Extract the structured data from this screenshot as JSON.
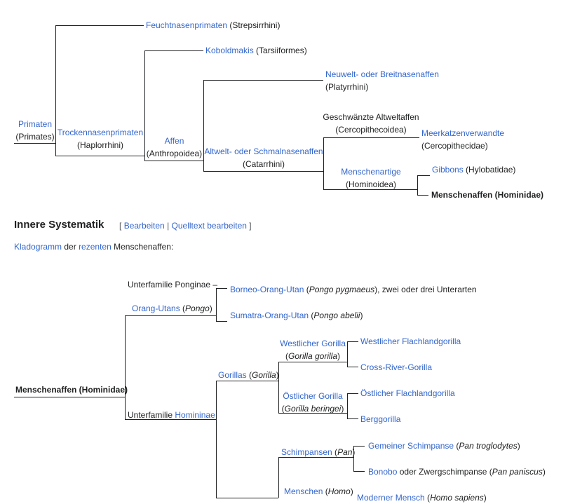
{
  "tree1": {
    "root": {
      "name": "Primaten",
      "sci": "(Primates)"
    },
    "strepsirrhini": {
      "name": "Feuchtnasenprimaten",
      "sci": "(Strepsirrhini)"
    },
    "haplorrhini": {
      "name": "Trockennasenprimaten",
      "sci": "(Haplorrhini)"
    },
    "tarsiiformes": {
      "name": "Koboldmakis",
      "sci": "(Tarsiiformes)"
    },
    "anthropoidea": {
      "name": "Affen",
      "sci": "(Anthropoidea)"
    },
    "platyrrhini": {
      "name": "Neuwelt- oder Breitnasenaffen",
      "sci": "(Platyrrhini)"
    },
    "catarrhini": {
      "name": "Altwelt- oder Schmalnasenaffen",
      "sci": "(Catarrhini)"
    },
    "cercopithecoidea": {
      "name": "Geschwänzte Altweltaffen",
      "sci": "(Cercopithecoidea)"
    },
    "cercopithecidae": {
      "name": "Meerkatzenverwandte",
      "sci": "(Cercopithecidae)"
    },
    "hominoidea": {
      "name": "Menschenartige",
      "sci": "(Hominoidea)"
    },
    "hylobatidae": {
      "name": "Gibbons",
      "sci": "(Hylobatidae)"
    },
    "hominidae": "Menschenaffen (Hominidae)"
  },
  "section": {
    "title": "Innere Systematik",
    "bracket_open": "[",
    "edit": "Bearbeiten",
    "separator": "|",
    "edit_source": "Quelltext bearbeiten",
    "bracket_close": "]"
  },
  "intro": {
    "link1": "Kladogramm",
    "mid1": "der",
    "link2": "rezenten",
    "tail": "Menschenaffen:"
  },
  "tree2": {
    "root": "Menschenaffen (Hominidae)",
    "ponginae": "Unterfamilie Ponginae –",
    "orangutans": {
      "name": "Orang-Utans",
      "sci": "Pongo"
    },
    "borneo": {
      "name": "Borneo-Orang-Utan",
      "sci": "Pongo pygmaeus",
      "tail": ", zwei oder drei Unterarten"
    },
    "sumatra": {
      "name": "Sumatra-Orang-Utan",
      "sci": "Pongo abelii"
    },
    "homininae": {
      "prefix": "Unterfamilie",
      "name": "Homininae"
    },
    "gorillas": {
      "name": "Gorillas",
      "sci": "Gorilla"
    },
    "west_gorilla": {
      "name": "Westlicher Gorilla",
      "sci": "Gorilla gorilla"
    },
    "west_flachland": "Westlicher Flachlandgorilla",
    "cross_river": "Cross-River-Gorilla",
    "ost_gorilla": {
      "name": "Östlicher Gorilla",
      "sci": "Gorilla beringei"
    },
    "ost_flachland": "Östlicher Flachlandgorilla",
    "berggorilla": "Berggorilla",
    "schimpansen": {
      "name": "Schimpansen",
      "sci": "Pan"
    },
    "gemeiner": {
      "name": "Gemeiner Schimpanse",
      "sci": "Pan troglodytes"
    },
    "bonobo": {
      "name": "Bonobo",
      "mid": "oder Zwergschimpanse",
      "sci": "Pan paniscus"
    },
    "menschen": {
      "name": "Menschen",
      "sci": "Homo"
    },
    "moderner": {
      "name": "Moderner Mensch",
      "sci": "Homo sapiens"
    }
  }
}
